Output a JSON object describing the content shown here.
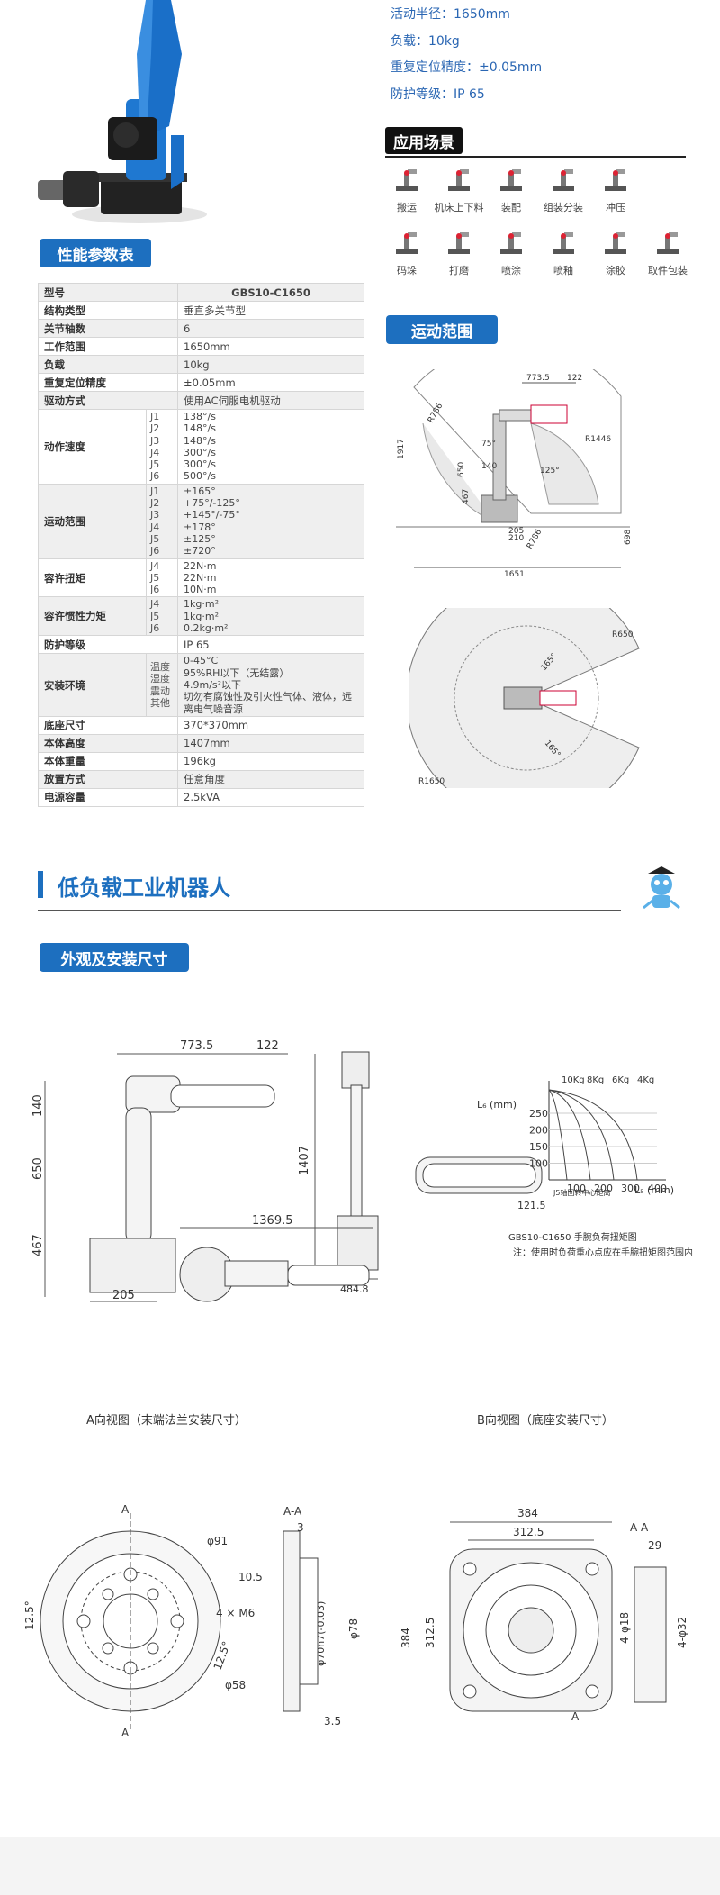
{
  "top_specs": {
    "radius": "活动半径：1650mm",
    "payload": "负载：10kg",
    "repeat": "重复定位精度：±0.05mm",
    "protection": "防护等级：IP 65"
  },
  "headings": {
    "application": "应用场景",
    "performance": "性能参数表",
    "motion_range": "运动范围",
    "section_title": "低负载工业机器人",
    "appearance": "外观及安装尺寸"
  },
  "scenes": [
    {
      "label": "搬运",
      "icon": "conveyor-robot-icon"
    },
    {
      "label": "机床上下料",
      "icon": "machine-loading-icon"
    },
    {
      "label": "装配",
      "icon": "assembly-gears-icon"
    },
    {
      "label": "组装分装",
      "icon": "sorting-robot-icon"
    },
    {
      "label": "冲压",
      "icon": "stamping-robot-icon"
    },
    {
      "label": "码垛",
      "icon": "palletizing-icon"
    },
    {
      "label": "打磨",
      "icon": "grinding-robot-icon"
    },
    {
      "label": "喷涂",
      "icon": "painting-robot-icon"
    },
    {
      "label": "喷釉",
      "icon": "glazing-robot-icon"
    },
    {
      "label": "涂胶",
      "icon": "gluing-robot-icon"
    },
    {
      "label": "取件包装",
      "icon": "packaging-robot-icon"
    }
  ],
  "table": {
    "model_key": "型号",
    "model_value": "GBS10-C1650",
    "structure_key": "结构类型",
    "structure_value": "垂直多关节型",
    "axes_key": "关节轴数",
    "axes_value": "6",
    "work_key": "工作范围",
    "work_value": "1650mm",
    "load_key": "负载",
    "load_value": "10kg",
    "repeat_key": "重复定位精度",
    "repeat_value": "±0.05mm",
    "drive_key": "驱动方式",
    "drive_value": "使用AC伺服电机驱动",
    "speed_key": "动作速度",
    "speed_joints": [
      "J1",
      "J2",
      "J3",
      "J4",
      "J5",
      "J6"
    ],
    "speed_values": [
      "138°/s",
      "148°/s",
      "148°/s",
      "300°/s",
      "300°/s",
      "500°/s"
    ],
    "range_key": "运动范围",
    "range_joints": [
      "J1",
      "J2",
      "J3",
      "J4",
      "J5",
      "J6"
    ],
    "range_values": [
      "±165°",
      "+75°/-125°",
      "+145°/-75°",
      "±178°",
      "±125°",
      "±720°"
    ],
    "torque_key": "容许扭矩",
    "torque_joints": [
      "J4",
      "J5",
      "J6"
    ],
    "torque_values": [
      "22N·m",
      "22N·m",
      "10N·m"
    ],
    "inertia_key": "容许惯性力矩",
    "inertia_joints": [
      "J4",
      "J5",
      "J6"
    ],
    "inertia_values": [
      "1kg·m²",
      "1kg·m²",
      "0.2kg·m²"
    ],
    "ip_key": "防护等级",
    "ip_value": "IP 65",
    "env_key": "安装环境",
    "env_items": [
      "温度",
      "湿度",
      "震动",
      "其他"
    ],
    "env_values": [
      "0-45°C",
      "95%RH以下（无结露）",
      "4.9m/s²以下",
      "切勿有腐蚀性及引火性气体、液体，远离电气噪音源"
    ],
    "base_key": "底座尺寸",
    "base_value": "370*370mm",
    "height_key": "本体高度",
    "height_value": "1407mm",
    "weight_key": "本体重量",
    "weight_value": "196kg",
    "mount_key": "放置方式",
    "mount_value": "任意角度",
    "power_key": "电源容量",
    "power_value": "2.5kVA"
  },
  "motion_dims": {
    "d1": "773.5",
    "d2": "122",
    "d3": "R786",
    "d4": "1917",
    "d5": "R1446",
    "d6": "467",
    "d7": "210",
    "d8": "205",
    "d9": "R786",
    "d10": "698",
    "d11": "1651",
    "d12": "R650",
    "d13": "165°",
    "d14": "165°",
    "d15": "140",
    "d16": "650",
    "d17": "75°",
    "d18": "125°",
    "d19": "R1650"
  },
  "appearance_dims": {
    "a1": "773.5",
    "a2": "122",
    "a3": "140",
    "a4": "650",
    "a5": "467",
    "a6": "205",
    "a7": "1407",
    "a8": "484.8",
    "a9": "1369.5"
  },
  "load_chart": {
    "ylabel": "L₆ (mm)",
    "xlabel": "L₅ (mm)",
    "series": [
      "10Kg",
      "8Kg",
      "6Kg",
      "4Kg"
    ],
    "yticks": [
      "250",
      "200",
      "150",
      "100"
    ],
    "xticks": [
      "100",
      "200",
      "300",
      "400"
    ],
    "offset": "121.5",
    "axis_note": "J5轴回转中心距离",
    "title": "GBS10-C1650 手腕负荷扭矩图",
    "note": "注：使用时负荷重心点应在手腕扭矩图范围内"
  },
  "views": {
    "a_title": "A向视图（末端法兰安装尺寸）",
    "b_title": "B向视图（底座安装尺寸）",
    "a_dims": {
      "d91": "φ91",
      "aa": "A-A",
      "three": "3",
      "ten5": "10.5",
      "m6": "4 × M6",
      "h7": "φ70h7(-0.03)",
      "d78": "φ78",
      "d58": "φ58",
      "ang1": "12.5°",
      "ang2": "12.5°",
      "t35": "3.5",
      "A": "A"
    },
    "b_dims": {
      "w384": "384",
      "w3125": "312.5",
      "h384": "384",
      "h3125": "312.5",
      "aa": "A-A",
      "d29": "29",
      "phi18": "4-φ18",
      "phi32": "4-φ32",
      "A": "A"
    }
  }
}
